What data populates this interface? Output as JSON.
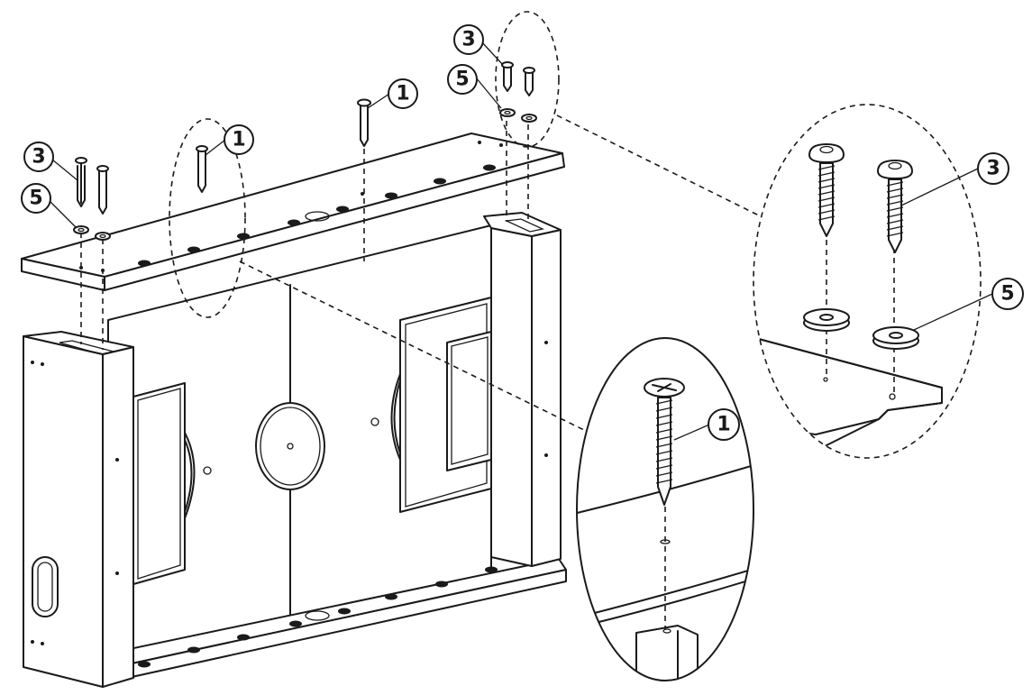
{
  "parts": {
    "screw_long": "1",
    "screw_short": "3",
    "washer": "5"
  },
  "callouts": [
    {
      "part": "screw_short",
      "label": "3"
    },
    {
      "part": "washer",
      "label": "5"
    },
    {
      "part": "screw_long",
      "label": "1"
    },
    {
      "part": "screw_long",
      "label": "1"
    },
    {
      "part": "screw_short",
      "label": "3"
    },
    {
      "part": "washer",
      "label": "5"
    },
    {
      "part": "screw_short",
      "label": "3"
    },
    {
      "part": "washer",
      "label": "5"
    },
    {
      "part": "screw_long",
      "label": "1"
    }
  ],
  "colors": {
    "line": "#1a1a1a",
    "background": "#ffffff"
  }
}
